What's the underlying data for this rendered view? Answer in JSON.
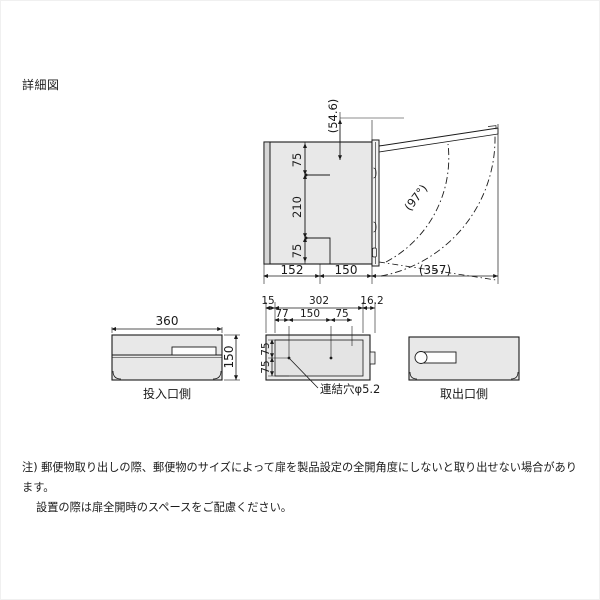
{
  "page": {
    "title": "詳細図",
    "background_color": "#ffffff",
    "line_color": "#1a1a1a",
    "panel_fill": "#e8e8e8",
    "panel_fill_light": "#f0f0f0"
  },
  "views": {
    "side_view": {
      "name": "side-section-view",
      "dimensions": {
        "top_offset": "(54.6)",
        "upper_gap": "75",
        "middle_height": "210",
        "lower_gap": "75",
        "body_depth": "152",
        "door_depth": "150",
        "full_open_depth": "(357)",
        "door_angle": "(97°)"
      }
    },
    "front_view": {
      "name": "insertion-side-view",
      "label": "投入口側",
      "dimensions": {
        "width": "360",
        "height": "150"
      }
    },
    "plan_view": {
      "name": "plan-hole-view",
      "label": "連結穴φ5.2",
      "dimensions": {
        "left_margin": "15",
        "center_span": "302",
        "right_margin": "16.2",
        "hole_first": "77",
        "hole_spacing": "150",
        "hole_last": "75",
        "vert_upper": "75",
        "vert_lower": "75"
      }
    },
    "rear_view": {
      "name": "removal-side-view",
      "label": "取出口側"
    }
  },
  "note": {
    "line1": "注) 郵便物取り出しの際、郵便物のサイズによって扉を製品設定の全開角度にしないと取り出せない場合があります。",
    "line2": "設置の際は扉全開時のスペースをご配慮ください。"
  }
}
